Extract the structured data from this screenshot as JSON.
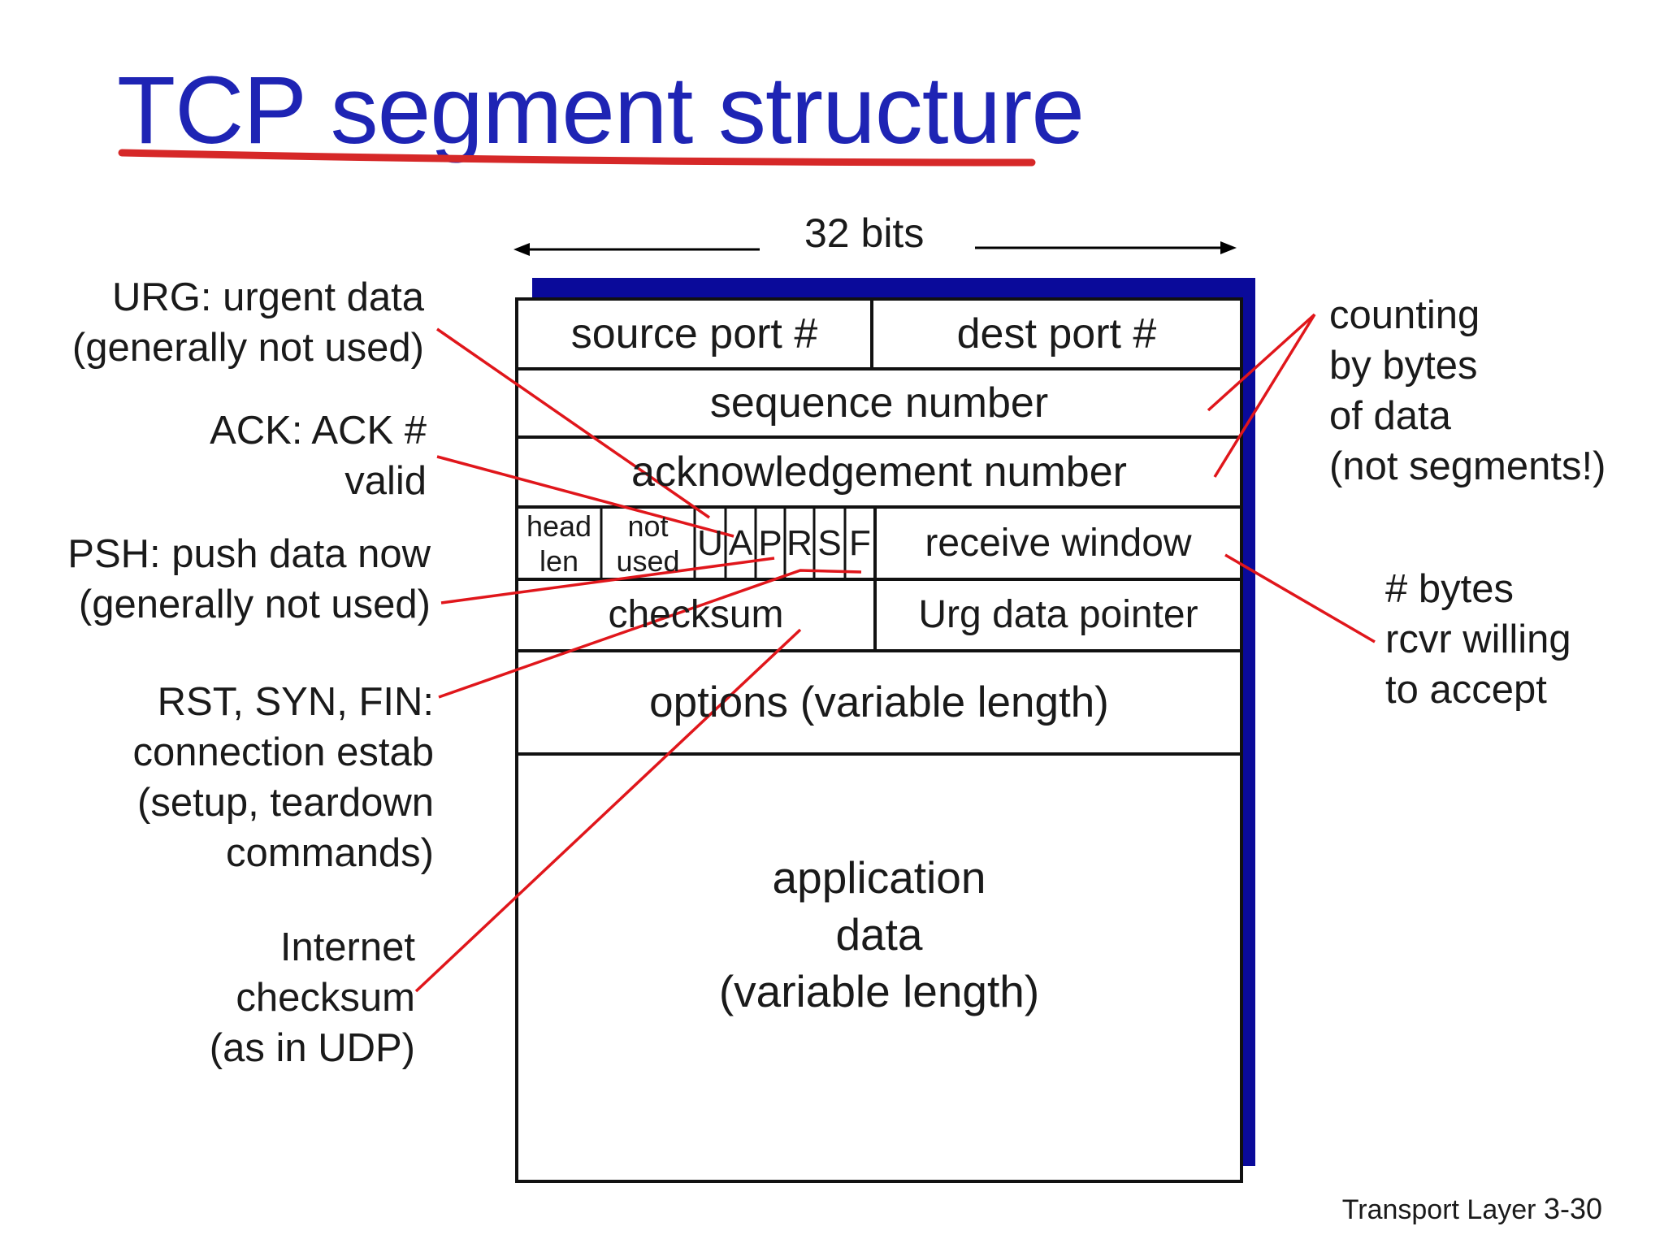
{
  "title": "TCP segment structure",
  "width_label": "32 bits",
  "fields": {
    "source_port": "source port #",
    "dest_port": "dest port #",
    "sequence_number": "sequence number",
    "ack_number": "acknowledgement number",
    "head_len_1": "head",
    "head_len_2": "len",
    "not_used_1": "not",
    "not_used_2": "used",
    "flag_u": "U",
    "flag_a": "A",
    "flag_p": "P",
    "flag_r": "R",
    "flag_s": "S",
    "flag_f": "F",
    "receive_window": "receive window",
    "checksum": "checksum",
    "urg_pointer": "Urg data pointer",
    "options": "options (variable length)",
    "app_data_1": "application",
    "app_data_2": "data",
    "app_data_3": "(variable length)"
  },
  "annotations": {
    "urg": [
      "URG: urgent data",
      "(generally not used)"
    ],
    "ack": [
      "ACK: ACK #",
      "valid"
    ],
    "psh": [
      "PSH: push data now",
      "(generally not used)"
    ],
    "rst": [
      "RST, SYN, FIN:",
      "connection estab",
      "(setup, teardown",
      "commands)"
    ],
    "checksum": [
      "Internet",
      "checksum",
      "(as in UDP)"
    ],
    "counting": [
      "counting",
      "by bytes",
      "of data",
      "(not segments!)"
    ],
    "rcvr": [
      "# bytes",
      "rcvr willing",
      "to accept"
    ]
  },
  "footer": {
    "chapter": "Transport Layer",
    "page": "3-30"
  },
  "colors": {
    "title": "#1e24b4",
    "shadow": "#0a0a9a",
    "pointer_lines": "#e0161b",
    "underline": "#d62828"
  }
}
